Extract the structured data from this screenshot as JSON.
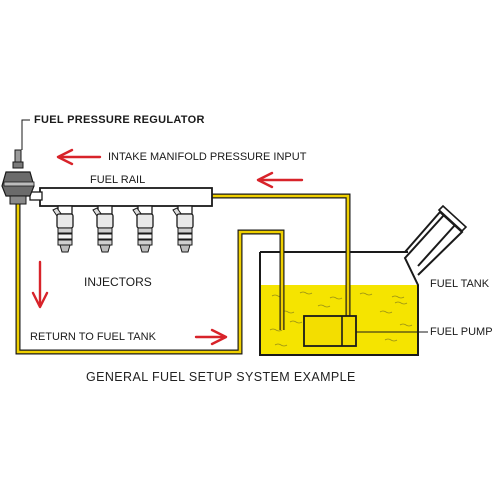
{
  "diagram": {
    "caption": "GENERAL FUEL SETUP SYSTEM EXAMPLE",
    "labels": {
      "regulator": "FUEL PRESSURE REGULATOR",
      "intake": "INTAKE MANIFOLD PRESSURE INPUT",
      "fuel_rail": "FUEL RAIL",
      "injectors": "INJECTORS",
      "return": "RETURN TO FUEL TANK",
      "fuel_tank": "FUEL TANK",
      "fuel_pump": "FUEL PUMP"
    },
    "injector_count": 4,
    "colors": {
      "fuel": "#f5e400",
      "fuel_line": "#f0d000",
      "arrow": "#d8232a",
      "outline": "#1a1a1a",
      "injector": "#e9e9e9"
    }
  }
}
